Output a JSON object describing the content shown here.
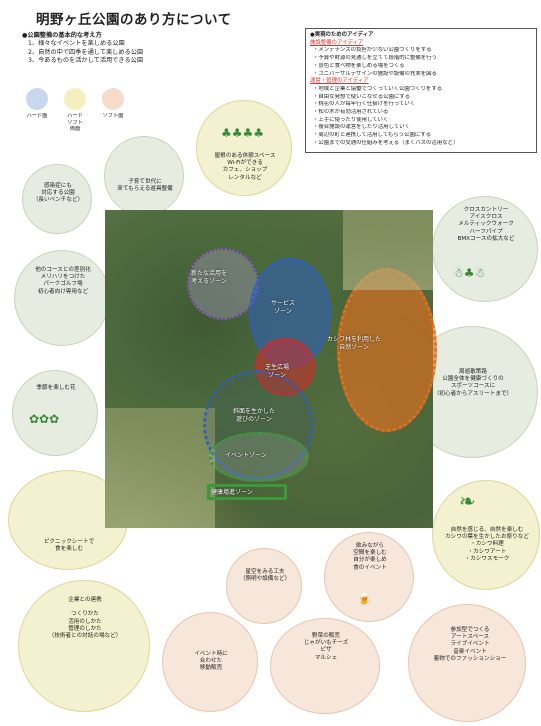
{
  "title": "明野ヶ丘公園のあり方について",
  "policy": {
    "heading": "●公園整備の基本的な考え方",
    "items": [
      "1、様々なイベントを楽しめる公園",
      "2、自然の中で四季を通して楽しめる公園",
      "3、今あるものを活かして活用できる公園"
    ]
  },
  "ideas": {
    "heading": "●実現のためのアイディア",
    "sections": [
      {
        "title": "施設整備のアイディア",
        "items": [
          "・メンテナンスの負担が少ない公園づくりをする",
          "・予算や財源の見通しを立てて段階的に整備を行う",
          "・景色と食べ物を楽しめる場をつくる",
          "・ユニバーサルデザインの施設や設備の充実を図る"
        ]
      },
      {
        "title": "運営・管理のアイディア",
        "items": [
          "・地域と企業と協働でつくっていく公園づくりをする",
          "・自由な発想で使いこなせる公園にする",
          "・桃花の人が毎年行く仕掛けを行っていく",
          "・松の木が有効活用されている",
          "・上手に使ったり使用していく",
          "・複合施設の運営をしたり活用していく",
          "・周辺の町と連携して活用してもらう公園にする",
          "・公園までの交通の仕組みを考える（まくバスの活用など）"
        ]
      }
    ]
  },
  "legend": {
    "items": [
      {
        "label": "ハード面",
        "color": "#c9d7ec"
      },
      {
        "label": "ハード\nソフト\n両面",
        "color": "#f5efbf"
      },
      {
        "label": "ソフト面",
        "color": "#f6dcc8"
      }
    ]
  },
  "zones": [
    {
      "label": "新たな活用を\n考えるゾーン",
      "color": "#6d3fa0"
    },
    {
      "label": "サービス\nゾーン",
      "color": "#2f5fc0"
    },
    {
      "label": "カシワ林を利用した\n自然ゾーン",
      "color": "#e2701f"
    },
    {
      "label": "芝生広場\nゾーン",
      "color": "#d22a2a"
    },
    {
      "label": "斜面を生かした\n遊びのゾーン",
      "color": "#2f5fc0"
    },
    {
      "label": "イベントゾーン",
      "color": "#3a9a3a"
    },
    {
      "label": "健康増進ゾーン",
      "color": "#3a9a3a"
    }
  ],
  "bubbles": [
    {
      "text": "感染症にも\n対応する公園\n（長いベンチなど）"
    },
    {
      "text": "子育て世代に\n来てもらえる遊具整備"
    },
    {
      "text": "屋根のある休憩スペース\nWi-Fiができる\nカフェ、ショップ\nレンタルなど"
    },
    {
      "text": "クロスカントリー\nアイスクロス\nメルティックウォーク\nハーフパイプ\nBMXコースの拡大など"
    },
    {
      "text": "他のコースとの差別化\nメリハリをつけた\nパークゴルフ場\n初心者向け専用など"
    },
    {
      "text": "季節を楽しむ花"
    },
    {
      "text": "周遊散策路\n公園全体を健康づくりの\nスポーツコースに\n（初心者からアスリートまで）"
    },
    {
      "text": "ピクニックシートで\n食を楽しむ"
    },
    {
      "text": "自然を感じる、自然を楽しむ\nカシワの葉を生かしたお祭りなど\n・カシワ料理\n・カシワアート\n・カシワスモーク"
    },
    {
      "text": "企業との連携\n\nつくりかた\n活用のしかた\n管理のしかた\n（技術者との対話の場など）"
    },
    {
      "text": "星空をみる工夫\n（照明や設備など）"
    },
    {
      "text": "イベント時に\n合わせた\n移動販売"
    },
    {
      "text": "飲みながら\n空間を楽しむ\n自分が楽しめ\n食のイベント"
    },
    {
      "text": "野菜の販売\nじゃがいもチーズ\nピザ\nマルシェ"
    },
    {
      "text": "参加型でつくる\nアートスペース\nライブイベント\n音楽イベント\n着物でのファッションショー"
    }
  ]
}
